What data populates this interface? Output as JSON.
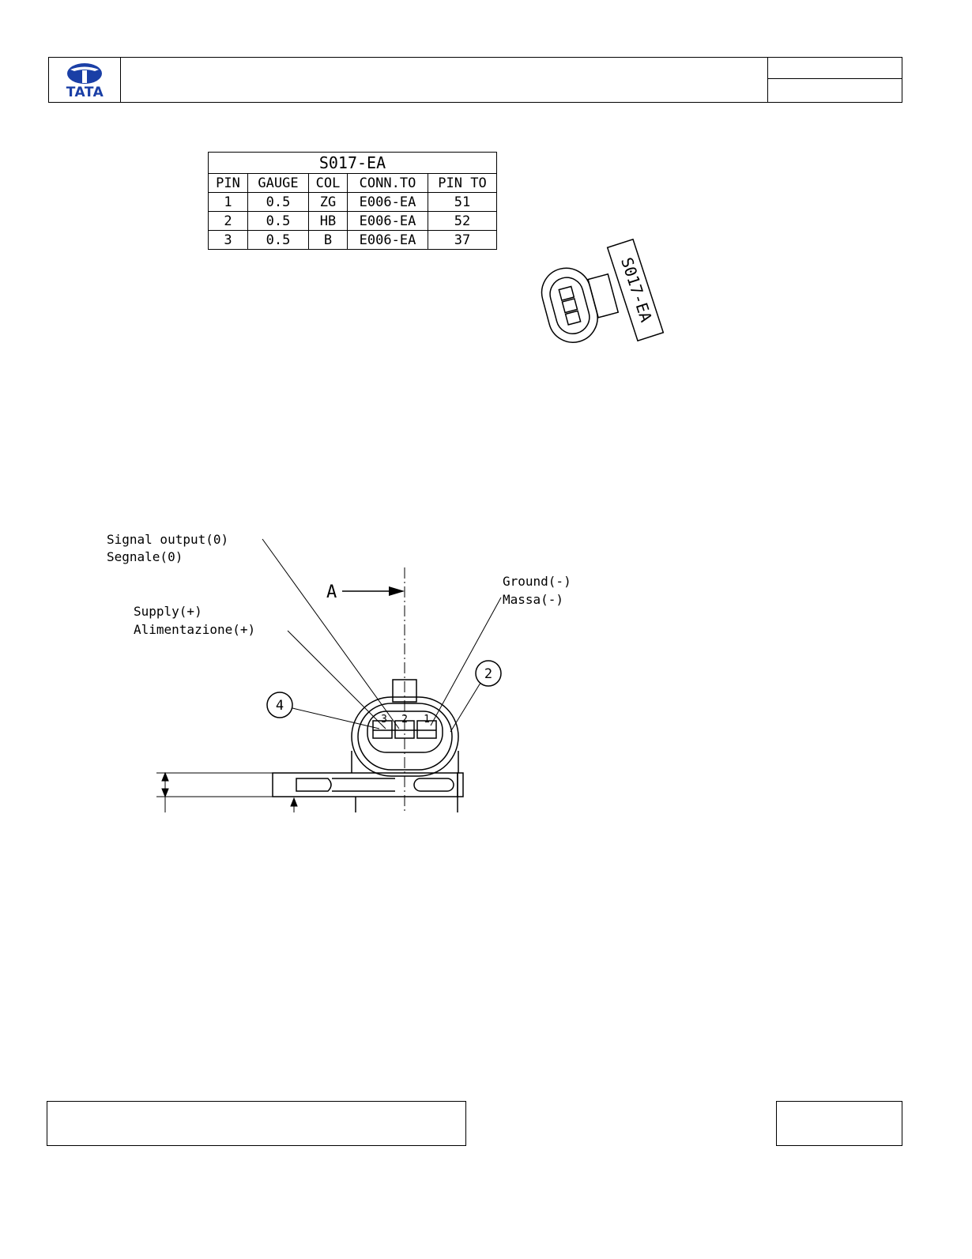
{
  "logo": {
    "text": "TATA",
    "color": "#1a3fa6"
  },
  "table": {
    "title": "S017-EA",
    "headers": [
      "PIN",
      "GAUGE",
      "COL",
      "CONN.TO",
      "PIN TO"
    ],
    "rows": [
      [
        "1",
        "0.5",
        "ZG",
        "E006-EA",
        "51"
      ],
      [
        "2",
        "0.5",
        "HB",
        "E006-EA",
        "52"
      ],
      [
        "3",
        "0.5",
        "B",
        "E006-EA",
        "37"
      ]
    ]
  },
  "connector_tag": "S017-EA",
  "drawing": {
    "signal_label": "Signal output(0)",
    "signal_label_it": "Segnale(0)",
    "supply_label": "Supply(+)",
    "supply_label_it": "Alimentazione(+)",
    "ground_label": "Ground(-)",
    "ground_label_it": "Massa(-)",
    "view_letter": "A",
    "callout_4": "4",
    "callout_2": "2",
    "pin_numbers": [
      "3",
      "2",
      "1"
    ]
  }
}
